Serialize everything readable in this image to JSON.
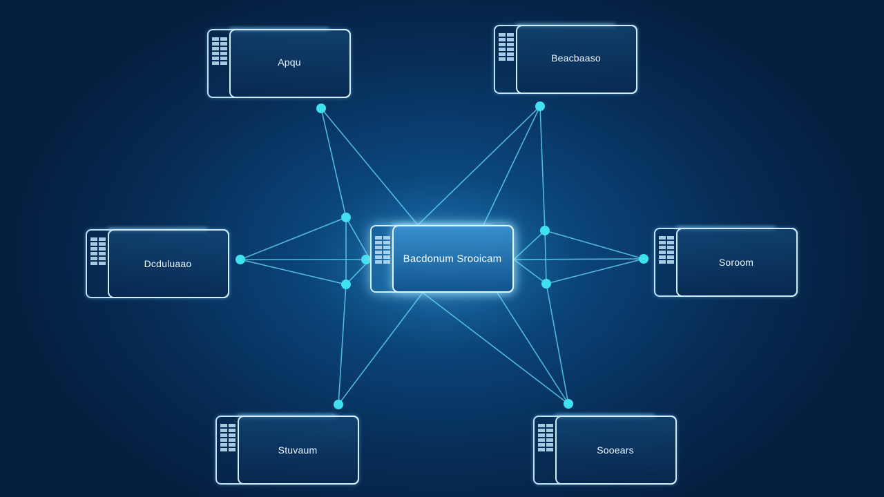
{
  "diagram": {
    "center": {
      "label": "Bacdonum Srooicam"
    },
    "nodes": [
      {
        "id": "top-left",
        "label": "Apqu"
      },
      {
        "id": "top-right",
        "label": "Beacbaaso"
      },
      {
        "id": "mid-left",
        "label": "Dcduluaao"
      },
      {
        "id": "mid-right",
        "label": "Soroom"
      },
      {
        "id": "bottom-left",
        "label": "Stuvaum"
      },
      {
        "id": "bottom-right",
        "label": "Sooears"
      }
    ],
    "colors": {
      "background": "#0a3f72",
      "line": "#5fd0ee",
      "dot": "#3fe0f0",
      "box_border": "#bfe3f6"
    }
  }
}
